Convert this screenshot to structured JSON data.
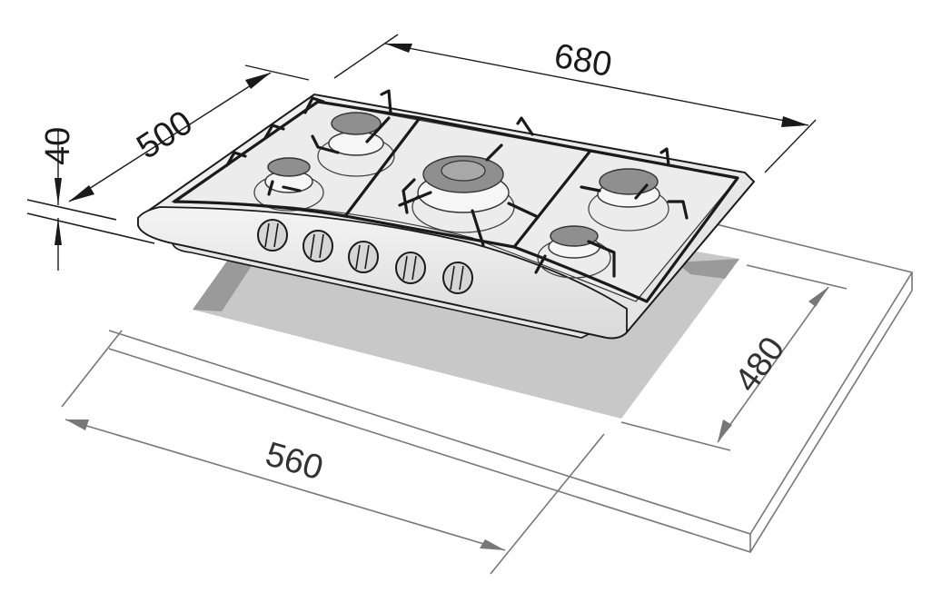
{
  "diagram": {
    "subject": "Built-in gas hob installation dimensions",
    "units": "mm",
    "dimensions": {
      "hob_width": {
        "label": "680",
        "value": 680
      },
      "hob_depth": {
        "label": "500",
        "value": 500
      },
      "hob_height": {
        "label": "40",
        "value": 40
      },
      "cutout_width": {
        "label": "560",
        "value": 560
      },
      "cutout_depth": {
        "label": "480",
        "value": 480
      }
    },
    "hob": {
      "burners": [
        {
          "id": "rear-left",
          "type": "semi-rapid"
        },
        {
          "id": "front-left",
          "type": "auxiliary"
        },
        {
          "id": "center",
          "type": "triple-ring wok"
        },
        {
          "id": "rear-right",
          "type": "rapid"
        },
        {
          "id": "front-right",
          "type": "auxiliary"
        }
      ],
      "knob_count": 5
    },
    "colors": {
      "line": "#1a1a1a",
      "dim_line_grey": "#777777",
      "cutout_fill": "#c8c8c8",
      "cutout_shadow": "#9a9a9a",
      "burner_cap": "#8f8f8f",
      "hob_surface": "#eeeeee",
      "knob_fill": "#d6d6d6"
    }
  }
}
